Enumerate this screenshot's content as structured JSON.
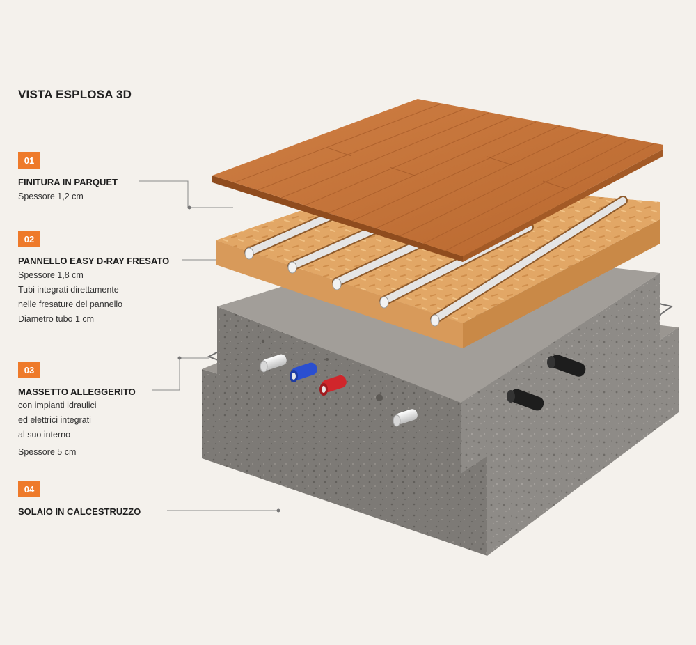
{
  "title": "VISTA ESPLOSA 3D",
  "layers": [
    {
      "number": "01",
      "name": "FINITURA IN PARQUET",
      "lines": [
        "Spessore 1,2 cm"
      ]
    },
    {
      "number": "02",
      "name": "PANNELLO EASY D-RAY FRESATO",
      "lines": [
        "Spessore 1,8 cm",
        "Tubi integrati direttamente",
        "nelle fresature del pannello",
        "Diametro tubo 1 cm"
      ]
    },
    {
      "number": "03",
      "name": "MASSETTO ALLEGGERITO",
      "lines": [
        "con impianti idraulici",
        "ed elettrici integrati",
        "al suo interno",
        "Spessore 5 cm"
      ]
    },
    {
      "number": "04",
      "name": "SOLAIO IN CALCESTRUZZO",
      "lines": []
    }
  ],
  "colors": {
    "accent": "#ee7a2a",
    "parquet": "#c8743a",
    "osb": "#e3a868",
    "concrete": "#8d8a86",
    "pipe_blue": "#2a4fd0",
    "pipe_red": "#d0262b",
    "pipe_white": "#e9e9e9",
    "conduit_black": "#1d1d1d"
  }
}
